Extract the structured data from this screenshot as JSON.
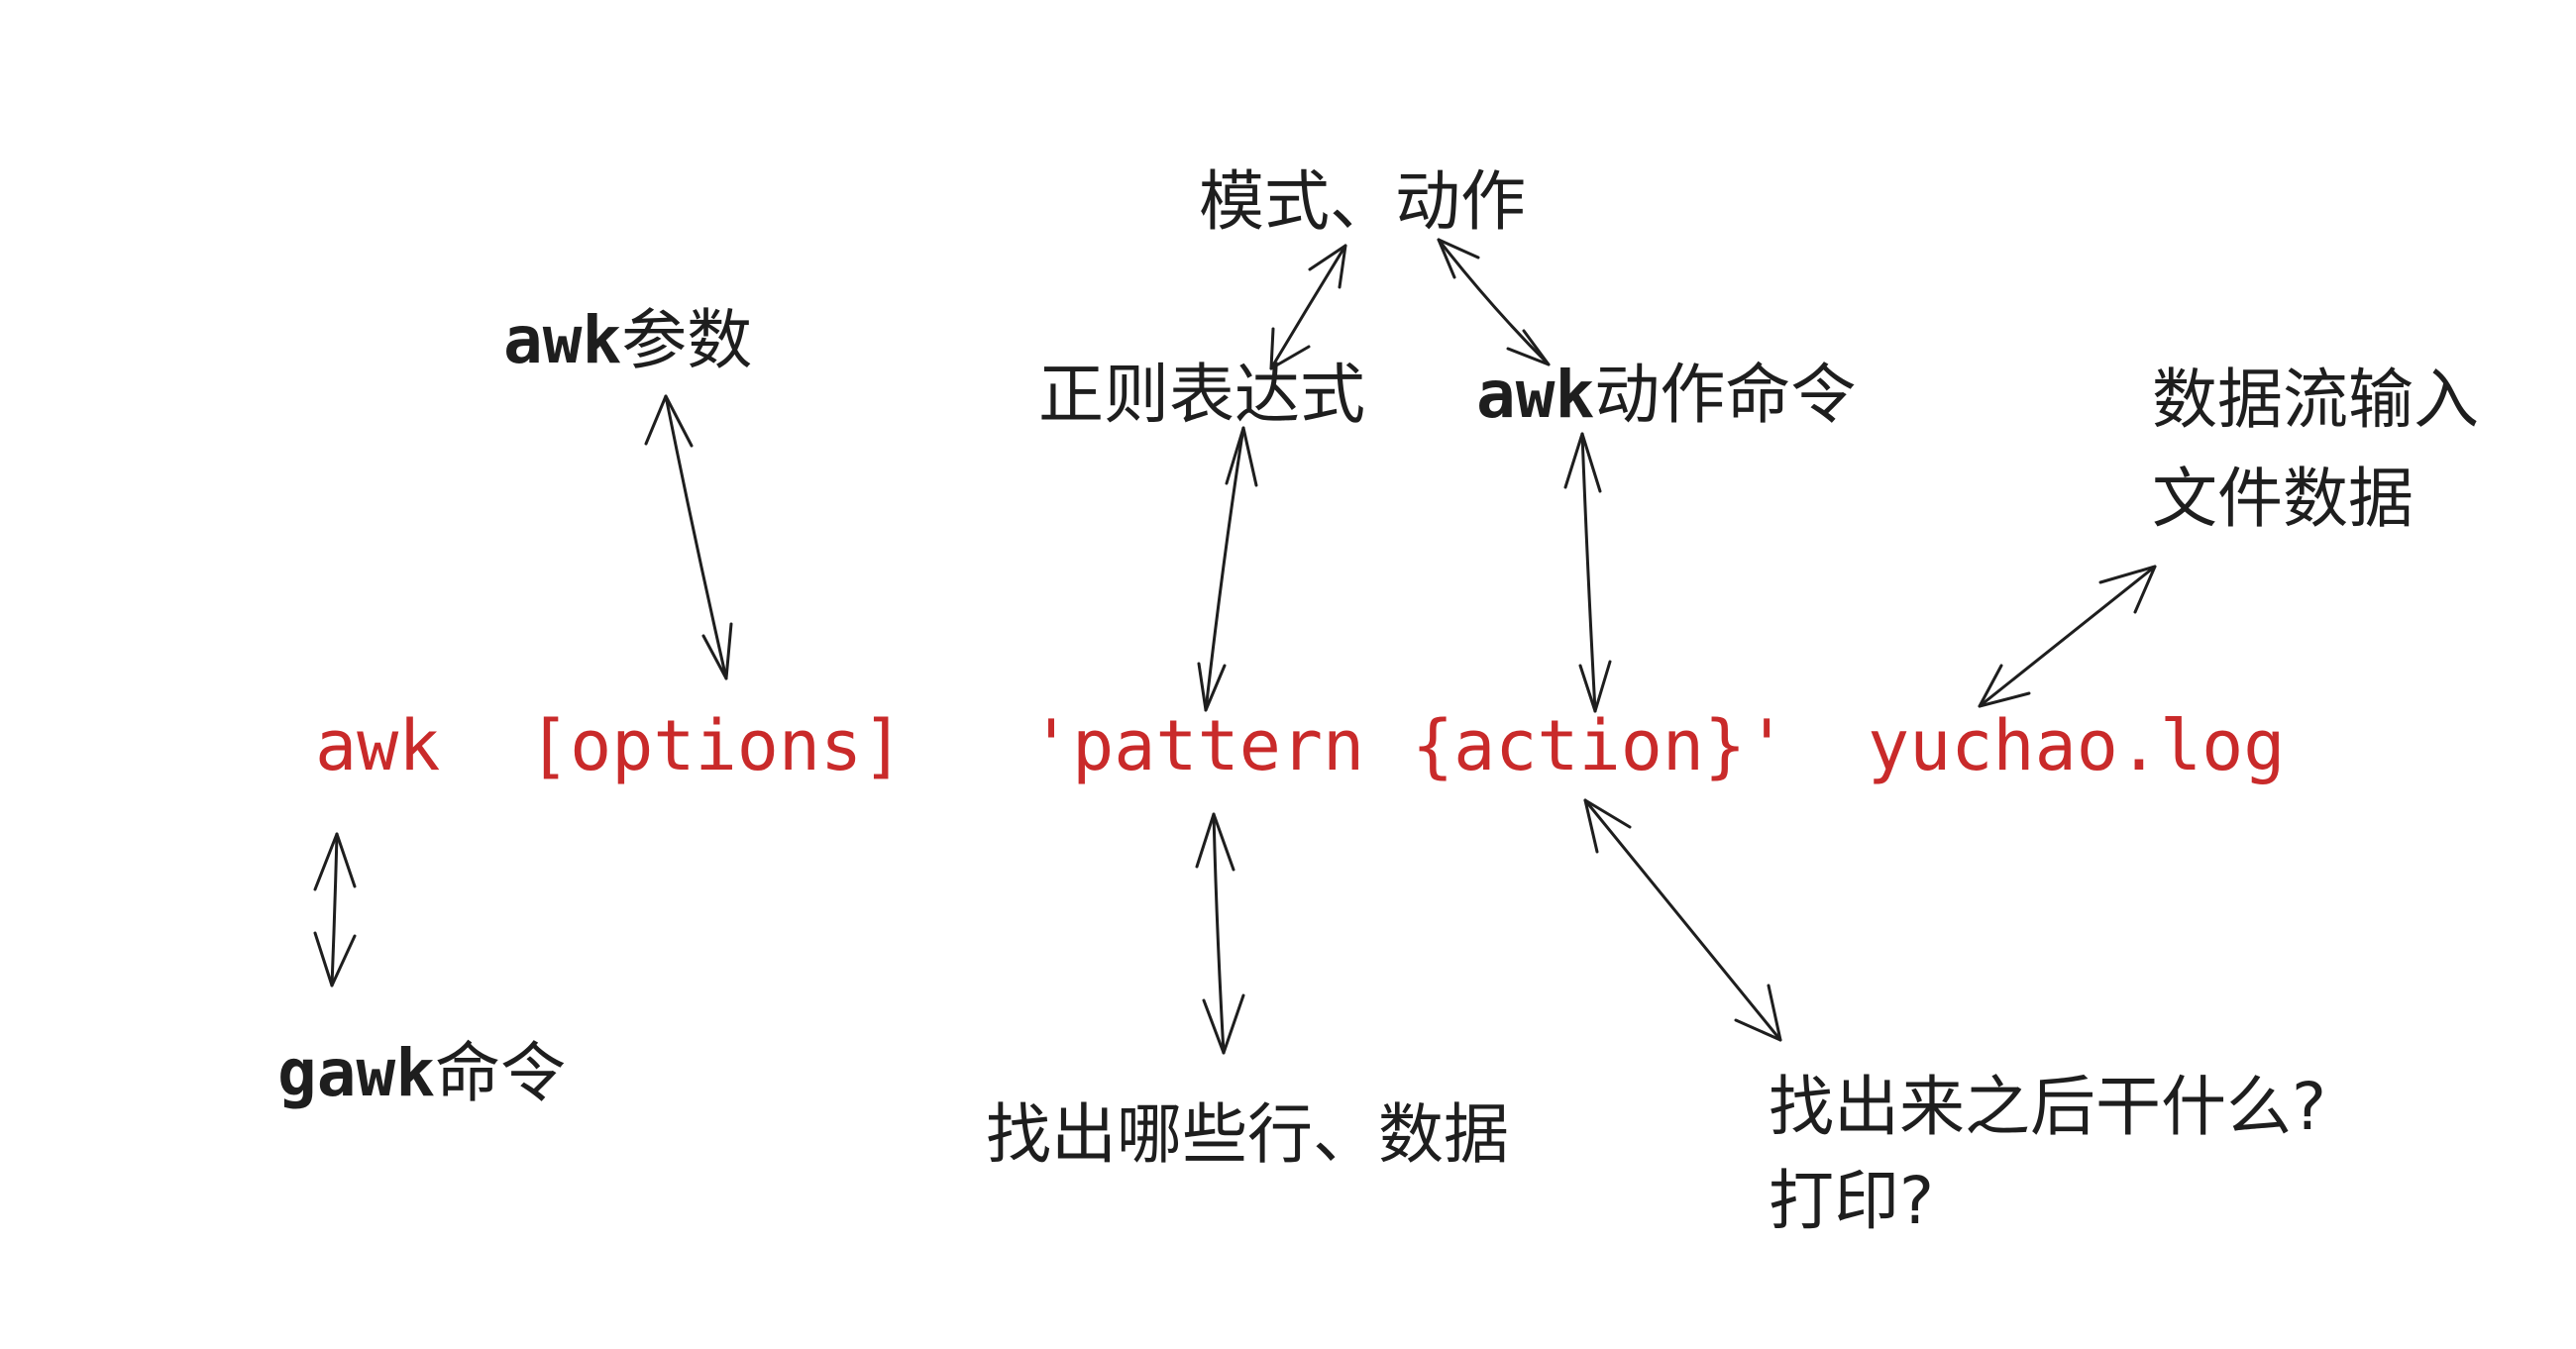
{
  "syntax": {
    "awk": "awk",
    "options": "[options]",
    "pattern": "'pattern",
    "action": "{action}'",
    "file": "yuchao.log"
  },
  "labels": {
    "mode_action": "模式、动作",
    "awk_params_prefix": "awk",
    "awk_params_suffix": "参数",
    "regex": "正则表达式",
    "awk_action_prefix": "awk",
    "awk_action_suffix": "动作命令",
    "stream_line1": "数据流输入",
    "stream_line2": "文件数据",
    "gawk_prefix": "gawk",
    "gawk_suffix": "命令",
    "find_rows": "找出哪些行、数据",
    "after_line1": "找出来之后干什么?",
    "after_line2": "打印?"
  },
  "colors": {
    "code": "#c92a2a",
    "ink": "#1e1e1e",
    "background": "#ffffff"
  }
}
